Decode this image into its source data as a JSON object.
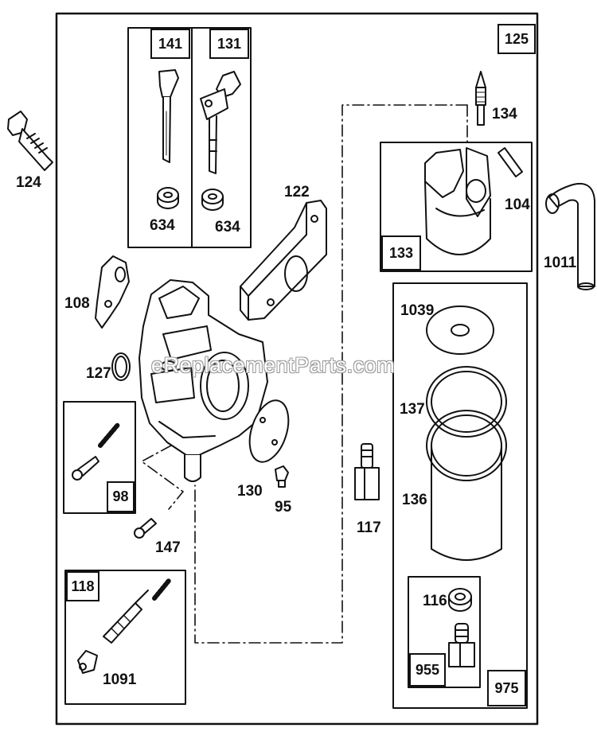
{
  "watermark": "eReplacementParts.com",
  "groups": {
    "main": "125",
    "kit_141": "141",
    "kit_131": "131",
    "float_kit": "133",
    "gasket_kit": "975",
    "seat_kit": "955",
    "screw_kit": "98",
    "adjust_kit": "118"
  },
  "parts": {
    "p124": "124",
    "p141_seal": "634",
    "p131_seal": "634",
    "p134": "134",
    "p104": "104",
    "p122": "122",
    "p1011": "1011",
    "p108": "108",
    "p127": "127",
    "p1039": "1039",
    "p137": "137",
    "p130": "130",
    "p95": "95",
    "p117": "117",
    "p136": "136",
    "p147": "147",
    "p116": "116",
    "p1091": "1091"
  }
}
